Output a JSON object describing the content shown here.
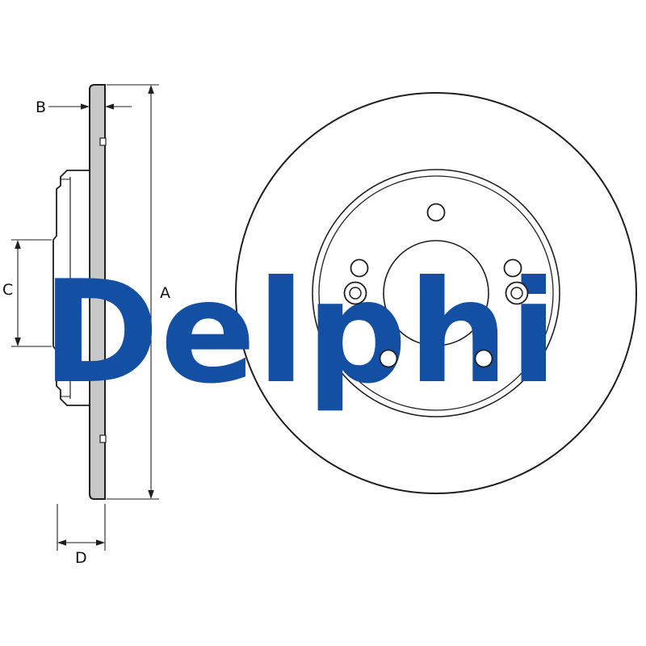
{
  "brand": {
    "watermark_text": "Delphi",
    "color": "#134fa3"
  },
  "labels": {
    "dim_a": "A",
    "dim_b": "B",
    "dim_c": "C",
    "dim_d": "D"
  },
  "diagram": {
    "subject": "Brake disc technical drawing",
    "views": [
      "cross-section side view",
      "front view"
    ],
    "bolt_holes": 5,
    "guide_pin_holes": 2,
    "line_color": "#1f1f1f",
    "plate_fill": "#c8c8c8",
    "background": "#ffffff"
  }
}
